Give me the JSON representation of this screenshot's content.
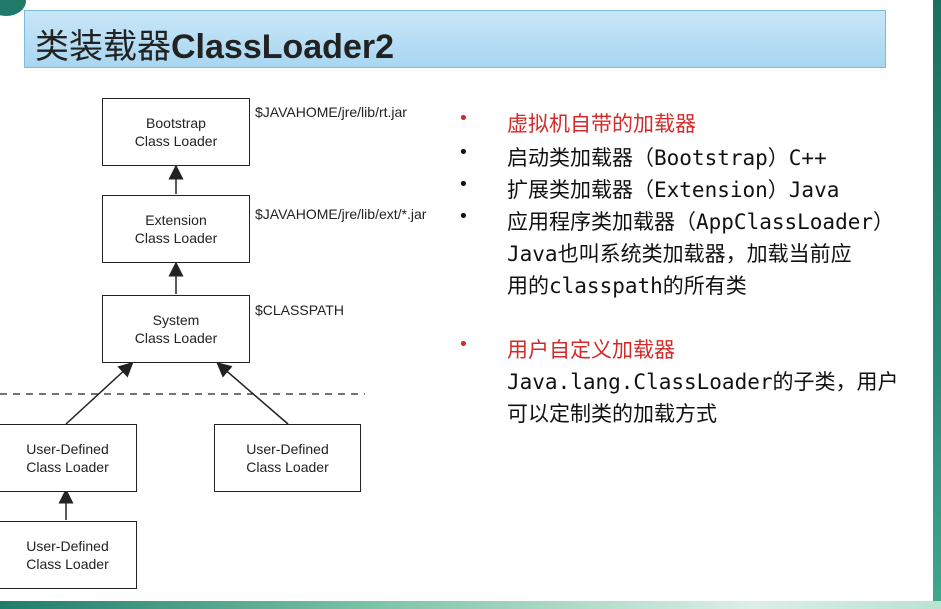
{
  "title": {
    "zh": "类装载器",
    "en": "ClassLoader2"
  },
  "diagram": {
    "bootstrap": {
      "line1": "Bootstrap",
      "line2": "Class Loader",
      "path": "$JAVAHOME/jre/lib/rt.jar"
    },
    "extension": {
      "line1": "Extension",
      "line2": "Class Loader",
      "path": "$JAVAHOME/jre/lib/ext/*.jar"
    },
    "system": {
      "line1": "System",
      "line2": "Class Loader",
      "path": "$CLASSPATH"
    },
    "user_left": {
      "line1": "User-Defined",
      "line2": "Class Loader"
    },
    "user_right": {
      "line1": "User-Defined",
      "line2": "Class Loader"
    },
    "user_bottom": {
      "line1": "User-Defined",
      "line2": "Class Loader"
    }
  },
  "bullets": {
    "b1": "虚拟机自带的加载器",
    "b2": "启动类加载器（Bootstrap）C++",
    "b3": "扩展类加载器（Extension）Java",
    "b4_line1": "应用程序类加载器（AppClassLoader）",
    "b4_line2": "Java也叫系统类加载器，加载当前应",
    "b4_line3": "用的classpath的所有类",
    "b5": "用户自定义加载器",
    "b5_line2": "Java.lang.ClassLoader的子类，用户",
    "b5_line3": "可以定制类的加载方式",
    "dot": "•"
  },
  "colors": {
    "accent_red": "#d42a2a",
    "title_bg": "#b8def4"
  }
}
